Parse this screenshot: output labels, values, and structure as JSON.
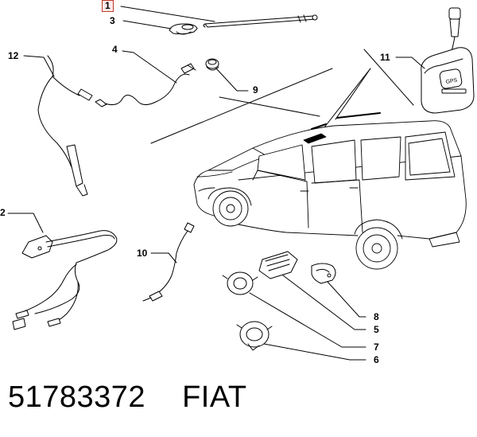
{
  "callouts": {
    "c1": "1",
    "c2": "2",
    "c3": "3",
    "c4": "4",
    "c5": "5",
    "c6": "6",
    "c7": "7",
    "c8": "8",
    "c9": "9",
    "c10": "10",
    "c11": "11",
    "c12": "12"
  },
  "gps_label": "GPS",
  "footer": {
    "part_number": "51783372",
    "brand": "FIAT"
  },
  "colors": {
    "highlight_border": "#c0392b",
    "highlight_fill": "#fde9e9",
    "line": "#000000"
  }
}
